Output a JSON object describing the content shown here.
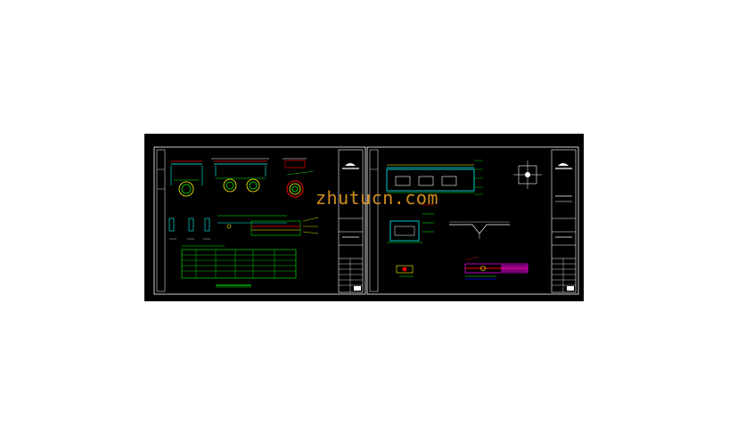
{
  "watermark": {
    "text": "zhutucn.com",
    "color": "#f5a623"
  },
  "viewport": {
    "background": "#000000"
  },
  "colors": {
    "frame": "#ffffff",
    "green": "#00ff00",
    "cyan": "#00ffff",
    "yellow": "#ffff00",
    "red": "#ff0000",
    "magenta": "#ff00ff",
    "blue": "#0000ff"
  },
  "sheets": [
    {
      "id": "sheet-left",
      "has_title_block": true,
      "has_table": true
    },
    {
      "id": "sheet-right",
      "has_title_block": true,
      "has_table": false
    }
  ]
}
